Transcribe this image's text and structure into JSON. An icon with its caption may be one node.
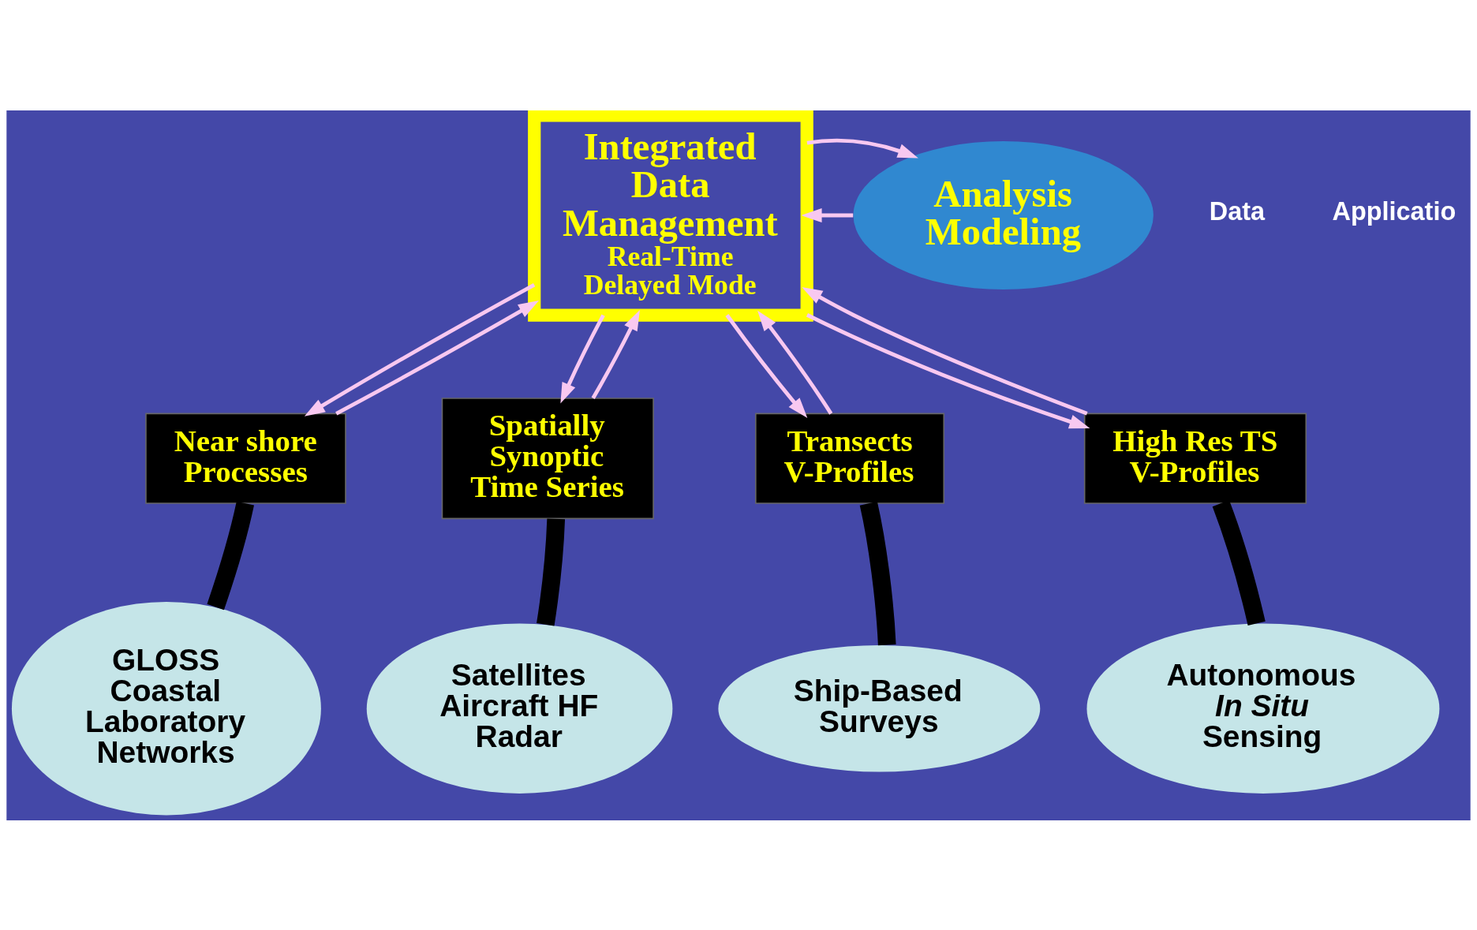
{
  "diagram": {
    "nodes": [
      {
        "text": [
          "Integrated Data Management",
          "Real-Time Delayed Mode"
        ]
      },
      {
        "text": [
          "Analysis Modeling"
        ]
      },
      {
        "text": [
          "Near shore Processes"
        ]
      },
      {
        "text": [
          "Spatially Synoptic Time Series"
        ]
      },
      {
        "text": [
          "Transects V-Profiles"
        ]
      },
      {
        "text": [
          "High Res TS V-Profiles"
        ]
      },
      {
        "text": [
          "GLOSS Coastal Laboratory Networks"
        ]
      },
      {
        "text": [
          "Satellites Aircraft HF Radar"
        ]
      },
      {
        "text": [
          "Ship-Based Surveys"
        ]
      },
      {
        "text": [
          "Autonomous *In Situ* Sensing"
        ]
      }
    ],
    "edges": [
      {
        "from": 1,
        "to": 0,
        "arrow": "to"
      },
      {
        "from": 0,
        "to": 1,
        "arrow": "to"
      },
      {
        "from": 2,
        "to": 0,
        "arrow": "to"
      },
      {
        "from": 3,
        "to": 0,
        "arrow": "to"
      },
      {
        "from": 4,
        "to": 0,
        "arrow": "to"
      },
      {
        "from": 5,
        "to": 0,
        "arrow": "to"
      },
      {
        "from": 0,
        "to": 2,
        "arrow": "to"
      },
      {
        "from": 0,
        "to": 3,
        "arrow": "to"
      },
      {
        "from": 0,
        "to": 4,
        "arrow": "to"
      },
      {
        "from": 0,
        "to": 5,
        "arrow": "to"
      },
      {
        "from": 6,
        "to": 2,
        "arrow": "none",
        "style": "thick",
        "color": "#000000"
      },
      {
        "from": 7,
        "to": 3,
        "arrow": "none",
        "style": "thick",
        "color": "#000000"
      },
      {
        "from": 8,
        "to": 4,
        "arrow": "none",
        "style": "thick",
        "color": "#000000"
      },
      {
        "from": 9,
        "to": 5,
        "arrow": "none",
        "style": "thick",
        "color": "#000000"
      }
    ],
    "labels": [
      "Data",
      "Applicatio"
    ]
  }
}
